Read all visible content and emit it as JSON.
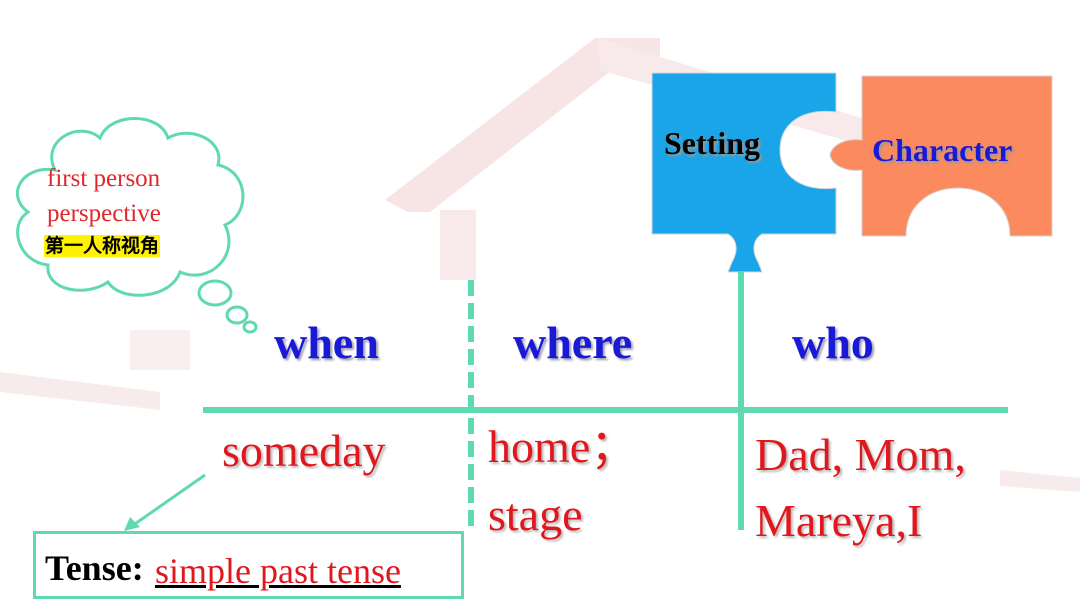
{
  "thought_bubble": {
    "line1": "first person",
    "line2": "perspective",
    "chinese": "第一人称视角"
  },
  "puzzle": {
    "setting_label": "Setting",
    "character_label": "Character",
    "setting_color": "#1aa5e8",
    "character_color": "#fb8a5e"
  },
  "table": {
    "headers": {
      "when": "when",
      "where": "where",
      "who": "who"
    },
    "values": {
      "when": "someday",
      "where_line1": "home；",
      "where_line2": "stage",
      "who_line1": "Dad, Mom,",
      "who_line2": "Mareya,I"
    }
  },
  "tense": {
    "label": "Tense:",
    "value": "simple past tense"
  },
  "colors": {
    "line": "#5fd9b2",
    "header_text": "#1a1ad6",
    "value_text": "#e0181e",
    "house_watermark": "#f3d3d3"
  }
}
